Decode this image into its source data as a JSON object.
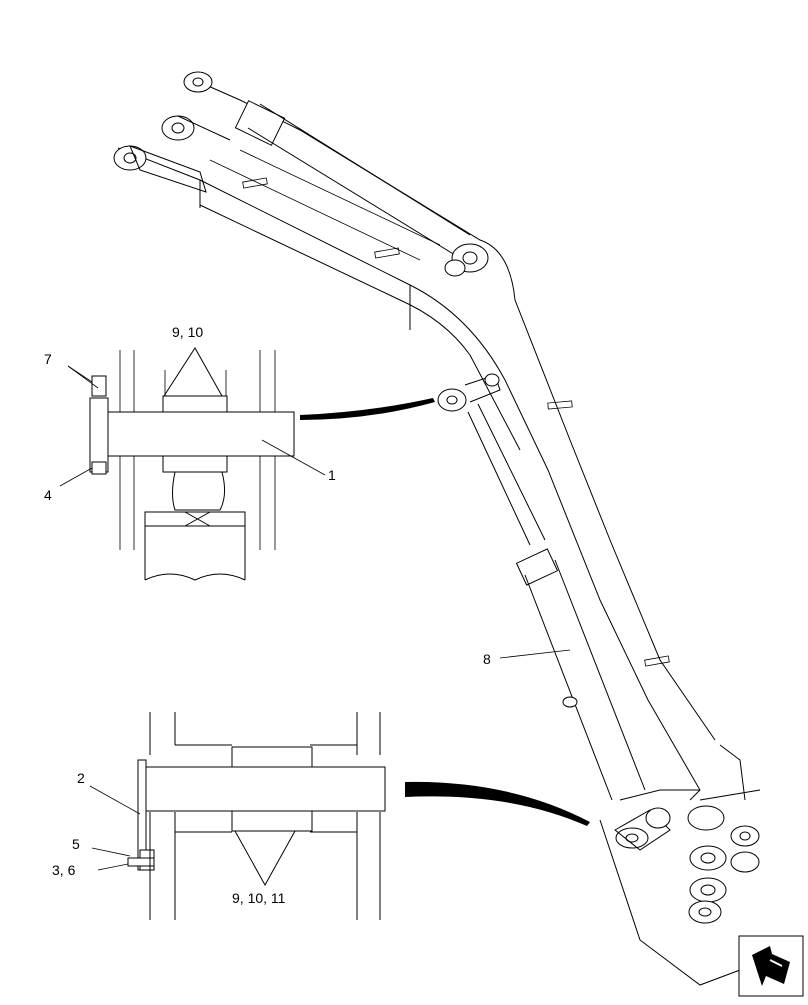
{
  "callouts": {
    "c1": "1",
    "c2": "2",
    "c3_6": "3, 6",
    "c4": "4",
    "c5": "5",
    "c7": "7",
    "c8": "8",
    "c9_10": "9, 10",
    "c9_10_11": "9, 10, 11"
  },
  "icons": {
    "nav_arrow": "navigation-arrow-icon"
  },
  "colors": {
    "ink": "#000000",
    "paper": "#ffffff"
  }
}
